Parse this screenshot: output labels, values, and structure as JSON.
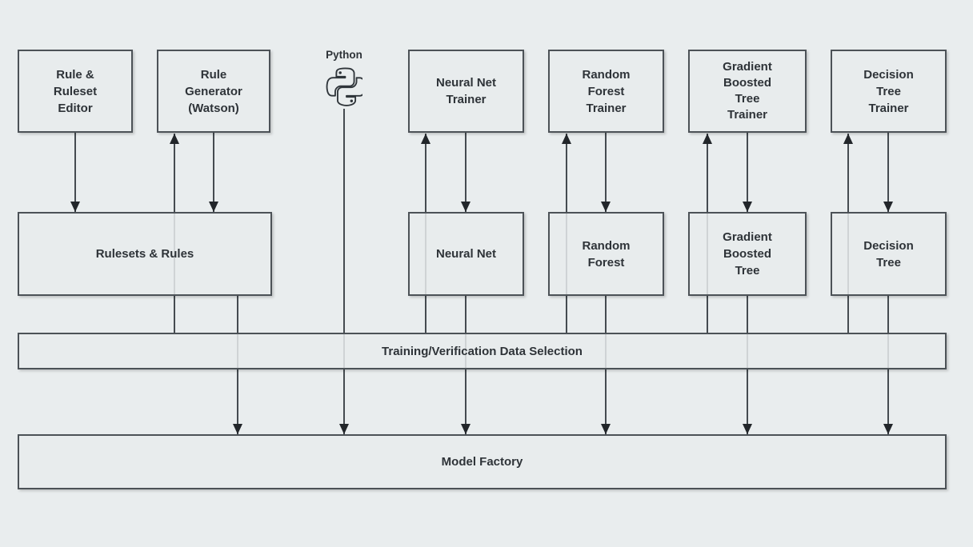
{
  "canvas": {
    "background": "#e9edee"
  },
  "colors": {
    "node_fill": "#e8ebec",
    "node_border": "#4c5257",
    "edge_line": "#454b50",
    "arrowhead": "#22262a",
    "text": "#2e3338"
  },
  "python": {
    "label": "Python"
  },
  "nodes": {
    "rule_ruleset_editor": "Rule &\nRuleset\nEditor",
    "rule_generator": "Rule\nGenerator\n(Watson)",
    "neural_net_trainer": "Neural Net\nTrainer",
    "random_forest_trainer": "Random\nForest\nTrainer",
    "gradient_boosted_tree_trainer": "Gradient\nBoosted\nTree\nTrainer",
    "decision_tree_trainer": "Decision\nTree\nTrainer",
    "rulesets_rules": "Rulesets & Rules",
    "neural_net": "Neural Net",
    "random_forest": "Random\nForest",
    "gradient_boosted_tree": "Gradient\nBoosted\nTree",
    "decision_tree": "Decision\nTree",
    "training_selection": "Training/Verification Data Selection",
    "model_factory": "Model Factory"
  }
}
